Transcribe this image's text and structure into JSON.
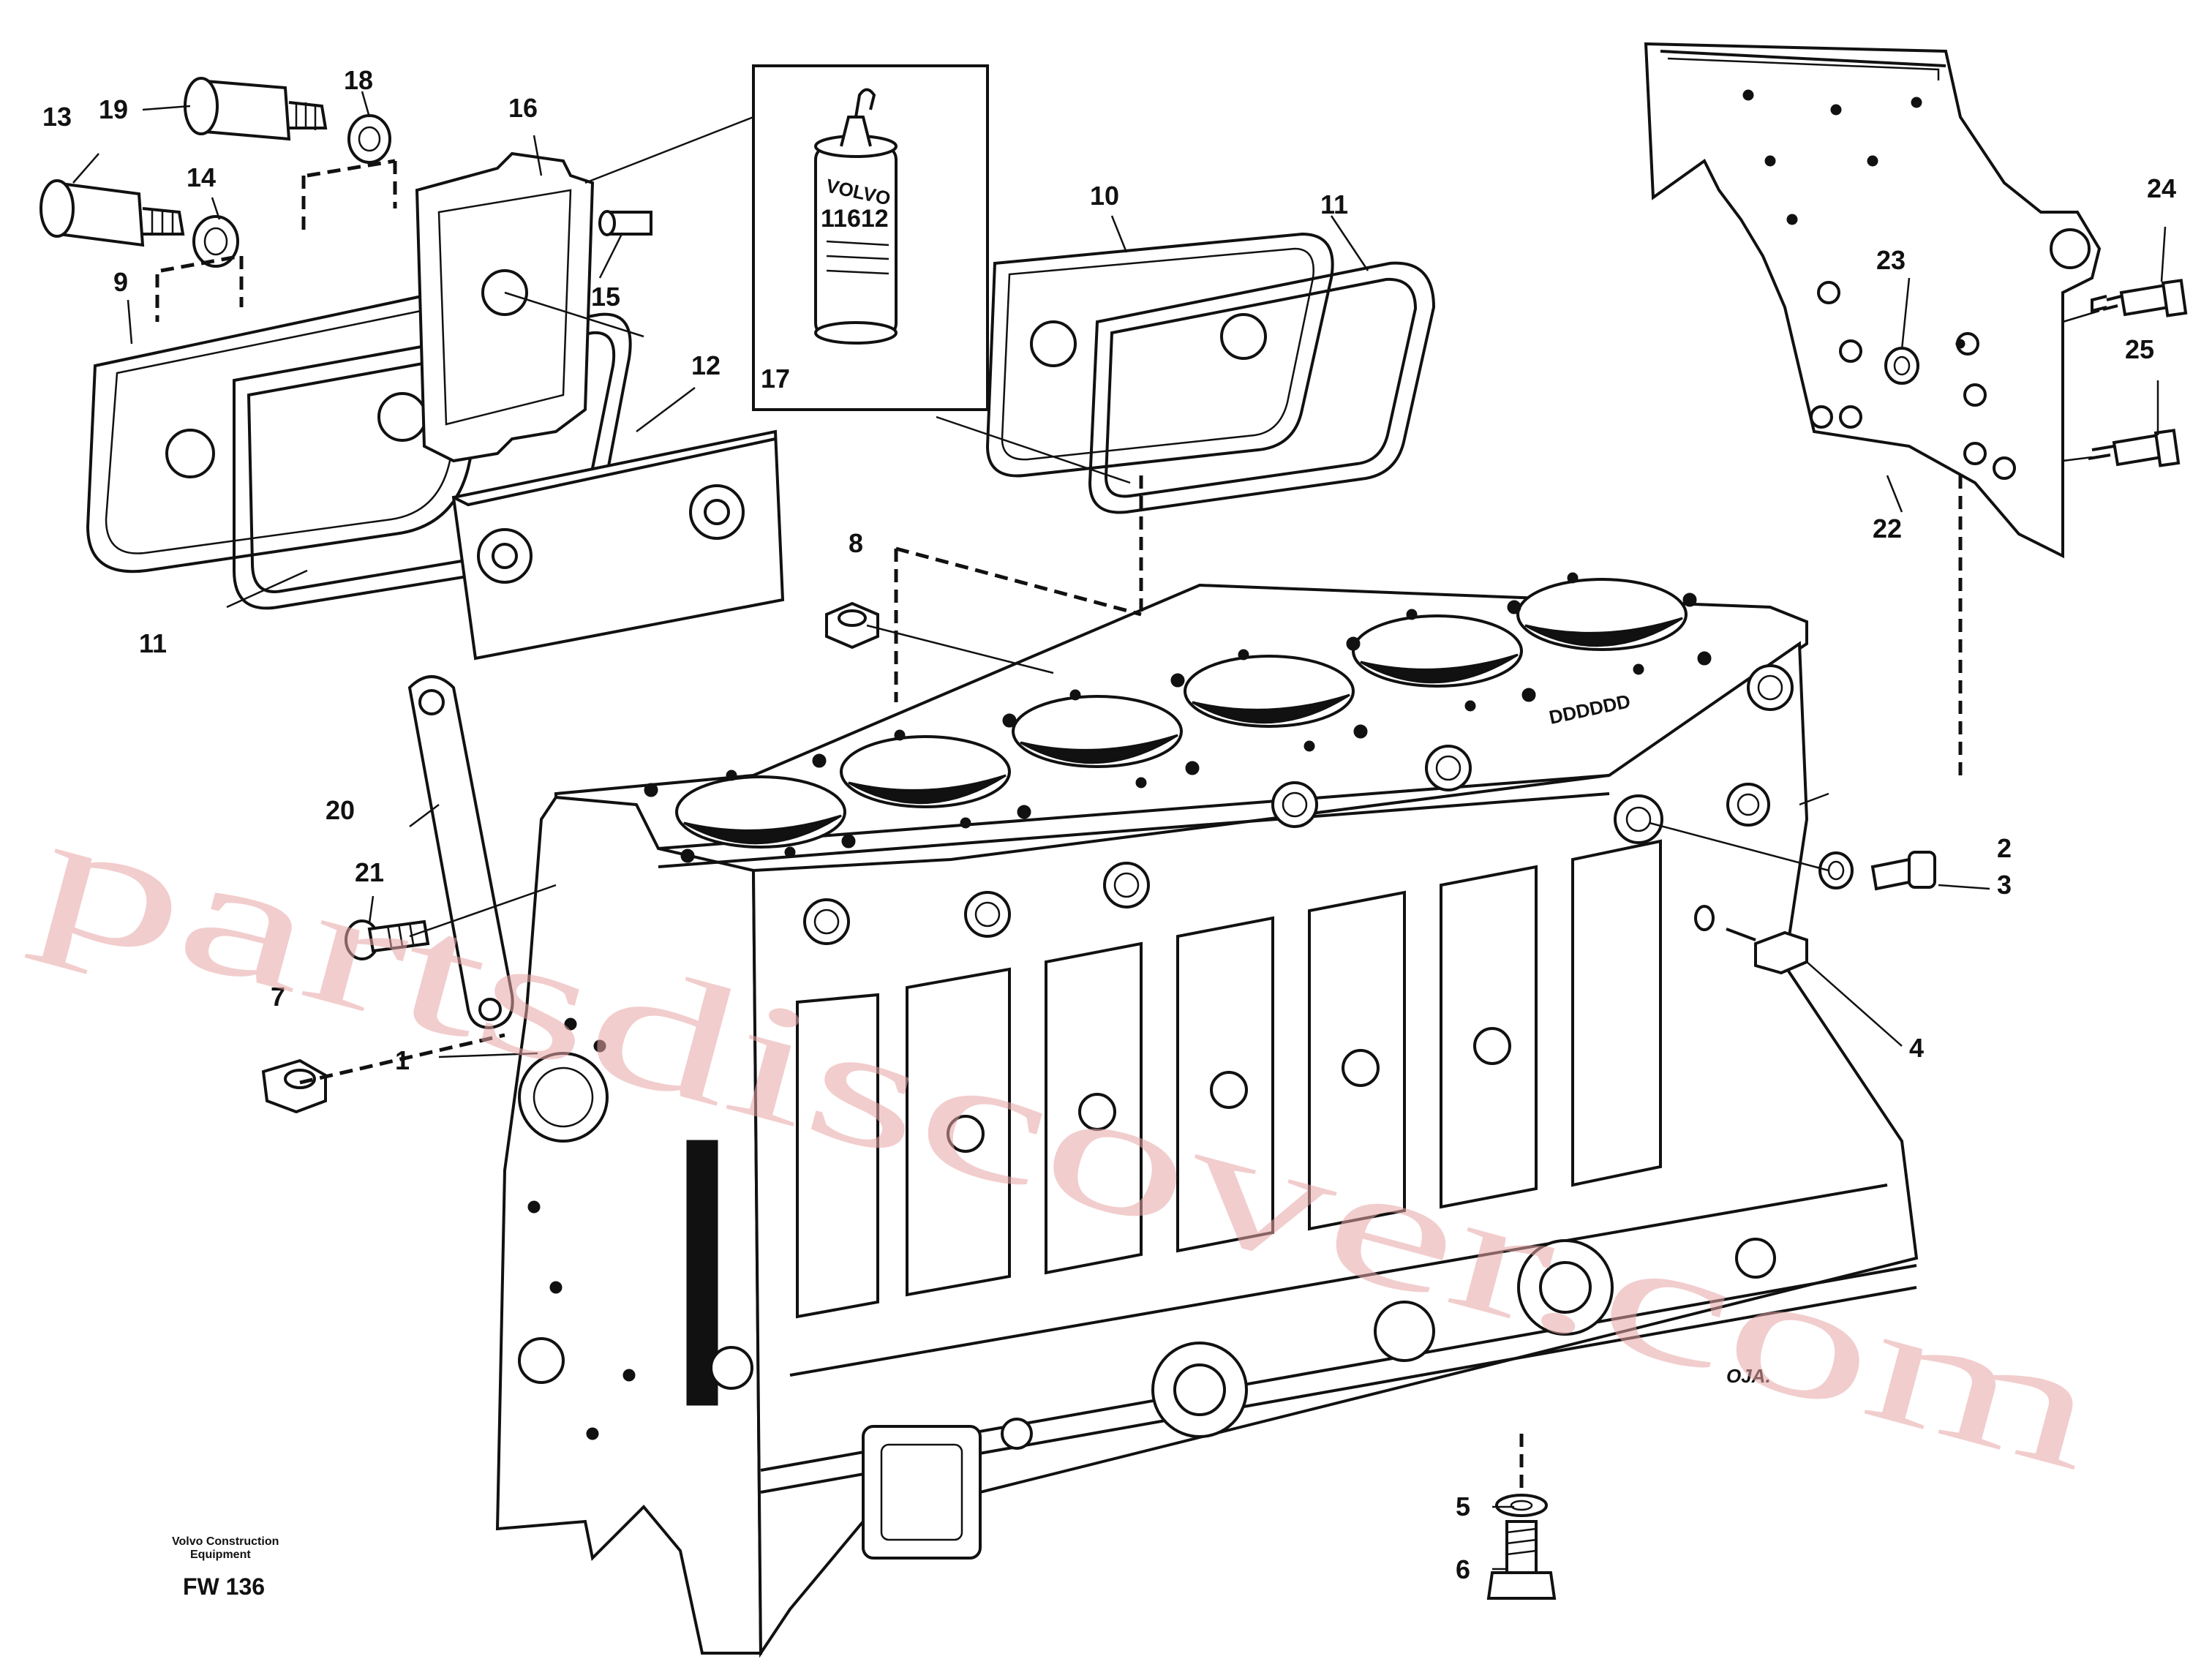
{
  "callouts": [
    {
      "id": "1",
      "text": "1"
    },
    {
      "id": "2",
      "text": "2"
    },
    {
      "id": "3",
      "text": "3"
    },
    {
      "id": "4",
      "text": "4"
    },
    {
      "id": "5",
      "text": "5"
    },
    {
      "id": "6",
      "text": "6"
    },
    {
      "id": "7",
      "text": "7"
    },
    {
      "id": "8",
      "text": "8"
    },
    {
      "id": "9",
      "text": "9"
    },
    {
      "id": "10",
      "text": "10"
    },
    {
      "id": "11a",
      "text": "11"
    },
    {
      "id": "11b",
      "text": "11"
    },
    {
      "id": "12",
      "text": "12"
    },
    {
      "id": "13",
      "text": "13"
    },
    {
      "id": "14",
      "text": "14"
    },
    {
      "id": "15",
      "text": "15"
    },
    {
      "id": "16",
      "text": "16"
    },
    {
      "id": "17",
      "text": "17"
    },
    {
      "id": "18",
      "text": "18"
    },
    {
      "id": "19",
      "text": "19"
    },
    {
      "id": "20",
      "text": "20"
    },
    {
      "id": "21",
      "text": "21"
    },
    {
      "id": "22",
      "text": "22"
    },
    {
      "id": "23",
      "text": "23"
    },
    {
      "id": "24",
      "text": "24"
    },
    {
      "id": "25",
      "text": "25"
    }
  ],
  "bottle": {
    "brand": "VOLVO",
    "number": "11612"
  },
  "block_stamp": "DDDDDD",
  "artist_mark": "OJA.",
  "footer": {
    "company": "Volvo Construction Equipment",
    "company_line1": "Volvo Construction",
    "company_line2": "Equipment",
    "code": "FW 136"
  },
  "watermark": "partsdiscover.com",
  "colors": {
    "line": "#111111",
    "watermark": "#e9a6a6",
    "background": "#ffffff"
  }
}
